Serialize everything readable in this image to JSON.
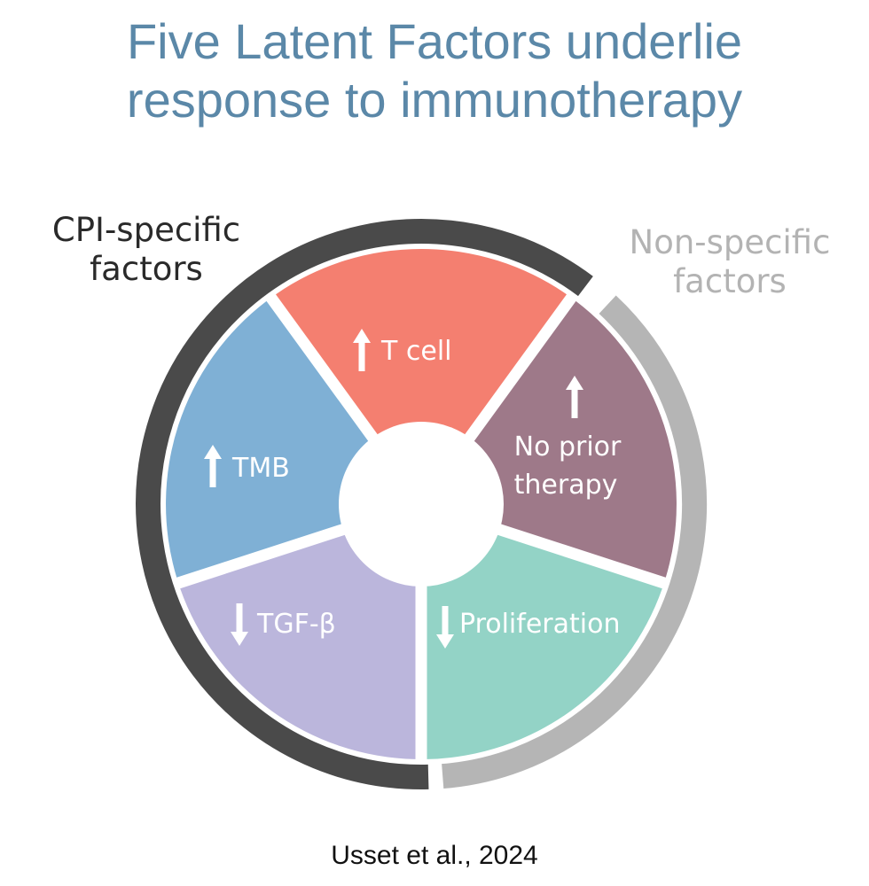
{
  "title": {
    "line1": "Five Latent Factors underlie",
    "line2": "response to immunotherapy"
  },
  "groups": {
    "cpi_specific": {
      "line1": "CPI-specific",
      "line2": "factors",
      "ring_color": "#4a4a4a",
      "text_color": "#2a2a2a"
    },
    "non_specific": {
      "line1": "Non-specific",
      "line2": "factors",
      "ring_color": "#b5b5b5",
      "text_color": "#b3b3b3"
    }
  },
  "factors": [
    {
      "id": "t-cell",
      "label": "T cell",
      "direction": "up",
      "color": "#f47f70",
      "group": "cpi_specific"
    },
    {
      "id": "no-prior-therapy",
      "label_line1": "No prior",
      "label_line2": "therapy",
      "direction": "up",
      "color": "#9e7989",
      "group": "non_specific"
    },
    {
      "id": "proliferation",
      "label": "Proliferation",
      "direction": "down",
      "color": "#93d3c6",
      "group": "non_specific"
    },
    {
      "id": "tgf-beta",
      "label": "TGF-β",
      "direction": "down",
      "color": "#bbb6dc",
      "group": "cpi_specific"
    },
    {
      "id": "tmb",
      "label": "TMB",
      "direction": "up",
      "color": "#7fb0d5",
      "group": "cpi_specific"
    }
  ],
  "citation": "Usset et al., 2024"
}
